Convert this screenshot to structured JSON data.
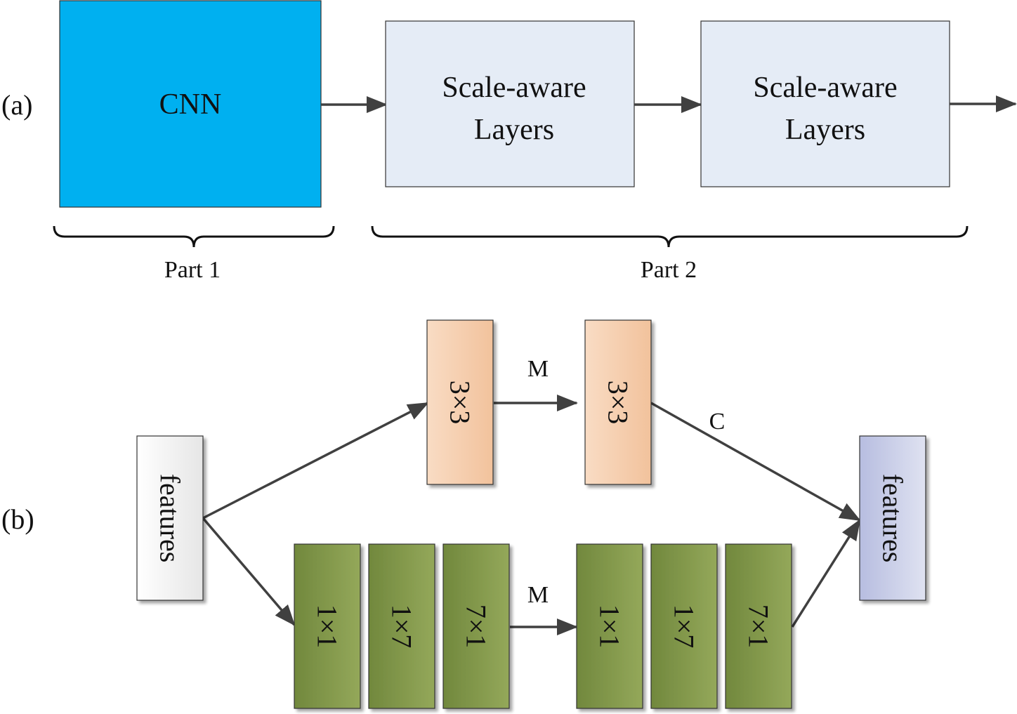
{
  "panel_a": {
    "label": "(a)",
    "cnn_label": "CNN",
    "block1_line1": "Scale-aware",
    "block1_line2": "Layers",
    "block2_line1": "Scale-aware",
    "block2_line2": "Layers",
    "part1_label": "Part 1",
    "part2_label": "Part 2"
  },
  "panel_b": {
    "label": "(b)",
    "input_features": "features",
    "output_features": "features",
    "top_branch": {
      "conv1": "3×3",
      "merge_label": "M",
      "conv2": "3×3",
      "concat_label": "C"
    },
    "bottom_branch": {
      "convs_left": [
        "1×1",
        "1×7",
        "7×1"
      ],
      "merge_label": "M",
      "convs_right": [
        "1×1",
        "1×7",
        "7×1"
      ]
    }
  },
  "colors": {
    "cnn": "#00b0f0",
    "scale_aware": "#e5ecf6",
    "orange_top": "#f5c8a4",
    "green_block": "#7d9646",
    "features_in": "#f2f2f2",
    "features_out": "#c5cae6",
    "arrow": "#404040"
  }
}
